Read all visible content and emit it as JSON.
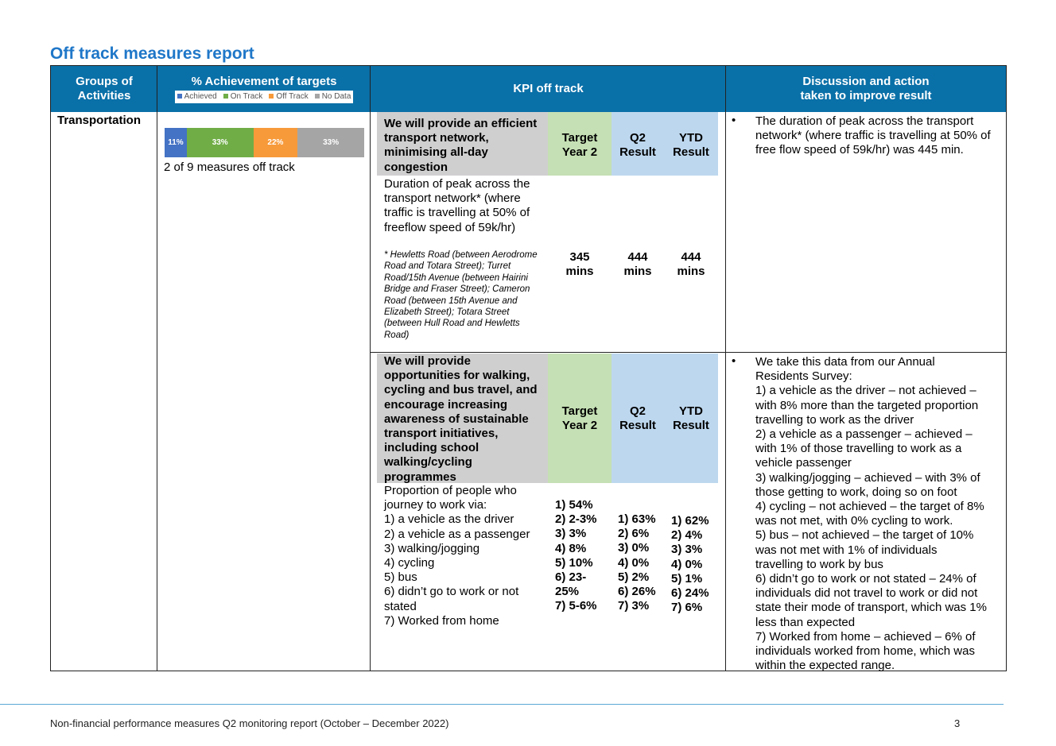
{
  "title": "Off track measures report",
  "headers": {
    "groups": "Groups of Activities",
    "achievement": "% Achievement of targets",
    "kpi": "KPI off track",
    "discussion_line1": "Discussion and action",
    "discussion_line2": "taken to improve result"
  },
  "legend": [
    {
      "label": "Achieved",
      "color": "#4472c4"
    },
    {
      "label": "On Track",
      "color": "#70ad47"
    },
    {
      "label": "Off Track",
      "color": "#f79a3a"
    },
    {
      "label": "No Data",
      "color": "#a5a5a5"
    }
  ],
  "group": {
    "name": "Transportation",
    "bar": [
      {
        "label": "11%",
        "value": 11,
        "color": "#4472c4"
      },
      {
        "label": "33%",
        "value": 33,
        "color": "#70ad47"
      },
      {
        "label": "22%",
        "value": 22,
        "color": "#f79a3a"
      },
      {
        "label": "33%",
        "value": 33,
        "color": "#a5a5a5"
      }
    ],
    "summary": "2 of 9 measures off track"
  },
  "col_headers": {
    "target": "Target Year 2",
    "q2": "Q2 Result",
    "ytd": "YTD Result"
  },
  "kpi1": {
    "heading": "We will provide an efficient transport network, minimising all-day congestion",
    "measure": "Duration of peak across the transport network* (where traffic is travelling at 50% of freeflow speed of 59k/hr)",
    "note": "* Hewletts Road (between Aerodrome Road and Totara Street); Turret Road/15th Avenue (between Hairini Bridge and Fraser Street); Cameron Road (between 15th Avenue and Elizabeth Street); Totara Street (between Hull Road and Hewletts Road)",
    "target": "345 mins",
    "q2": "444 mins",
    "ytd": "444 mins",
    "discussion": "The duration of peak across the transport network* (where traffic is travelling at 50% of free flow speed of 59k/hr) was 445 min."
  },
  "kpi2": {
    "heading": "We will provide opportunities for walking, cycling and bus travel, and encourage increasing awareness of sustainable transport initiatives, including school walking/cycling programmes",
    "measure_lines": [
      "Proportion of people who",
      "journey to work via:",
      "1) a vehicle as the driver",
      "2) a vehicle as a passenger",
      "3) walking/jogging",
      "4) cycling",
      "5) bus",
      "6) didn’t go to work or not",
      "stated",
      "7) Worked from home"
    ],
    "target_lines": [
      "1) 54%",
      "2) 2-3%",
      "3) 3%",
      "4) 8%",
      "5) 10%",
      "6) 23-",
      "25%",
      "7) 5-6%"
    ],
    "q2_lines": [
      "1) 63%",
      "2) 6%",
      "3) 0%",
      "4) 0%",
      "5) 2%",
      "6) 26%",
      "7) 3%"
    ],
    "ytd_lines": [
      "1) 62%",
      "2) 4%",
      "3) 3%",
      "4) 0%",
      "5) 1%",
      "6) 24%",
      "7) 6%"
    ],
    "discussion_lines": [
      "We take this data from our Annual",
      "Residents Survey:",
      "1) a vehicle as the driver – not achieved –",
      "with 8% more than the targeted proportion",
      "travelling to work as the driver",
      "2) a vehicle as a passenger – achieved –",
      "with 1% of those travelling to work as a",
      "vehicle passenger",
      "3) walking/jogging – achieved – with 3% of",
      "those getting to work, doing so on foot",
      "4) cycling – not achieved – the target of 8%",
      "was not met, with 0% cycling to work.",
      "5) bus – not achieved – the target of 10%",
      "was not met with 1% of individuals",
      "travelling to work by bus",
      "6) didn’t go to work or not stated – 24% of",
      "individuals did not travel to work or did not",
      "state their mode of transport, which was 1%",
      "less than expected",
      "7) Worked from home – achieved – 6% of",
      "individuals worked from home, which was",
      "within the expected range."
    ]
  },
  "footer": {
    "text": "Non-financial performance measures Q2 monitoring report (October – December 2022)",
    "page": "3"
  }
}
